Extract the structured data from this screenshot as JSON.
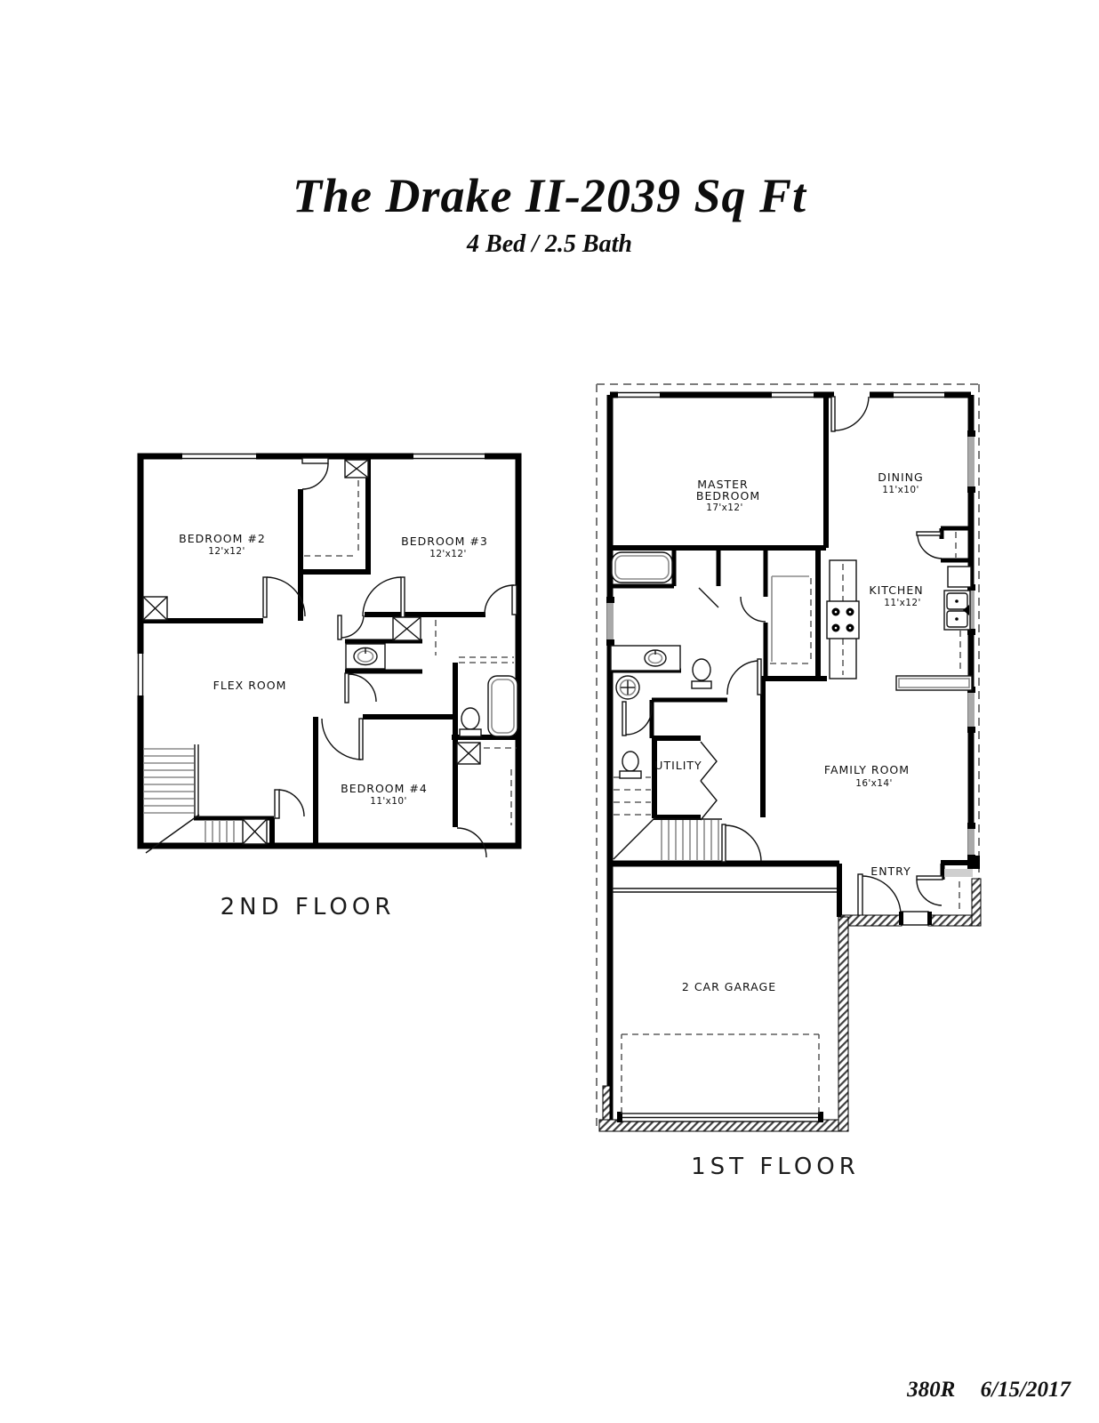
{
  "title": "The Drake II-2039 Sq Ft",
  "subtitle": "4 Bed / 2.5 Bath",
  "footer": {
    "plan_code": "380R",
    "date": "6/15/2017"
  },
  "second_floor": {
    "floor_label": "2ND FLOOR",
    "rooms": {
      "bedroom2": {
        "name": "BEDROOM #2",
        "dim": "12'x12'"
      },
      "bedroom3": {
        "name": "BEDROOM #3",
        "dim": "12'x12'"
      },
      "flex": {
        "name": "FLEX ROOM"
      },
      "bedroom4": {
        "name": "BEDROOM #4",
        "dim": "11'x10'"
      }
    }
  },
  "first_floor": {
    "floor_label": "1ST FLOOR",
    "rooms": {
      "master": {
        "name_line1": "MASTER",
        "name_line2": "BEDROOM",
        "dim": "17'x12'"
      },
      "dining": {
        "name": "DINING",
        "dim": "11'x10'"
      },
      "kitchen": {
        "name": "KITCHEN",
        "dim": "11'x12'"
      },
      "family": {
        "name": "FAMILY ROOM",
        "dim": "16'x14'"
      },
      "utility": {
        "name": "UTILITY"
      },
      "entry": {
        "name": "ENTRY"
      },
      "garage": {
        "name": "2 CAR GARAGE"
      }
    }
  }
}
